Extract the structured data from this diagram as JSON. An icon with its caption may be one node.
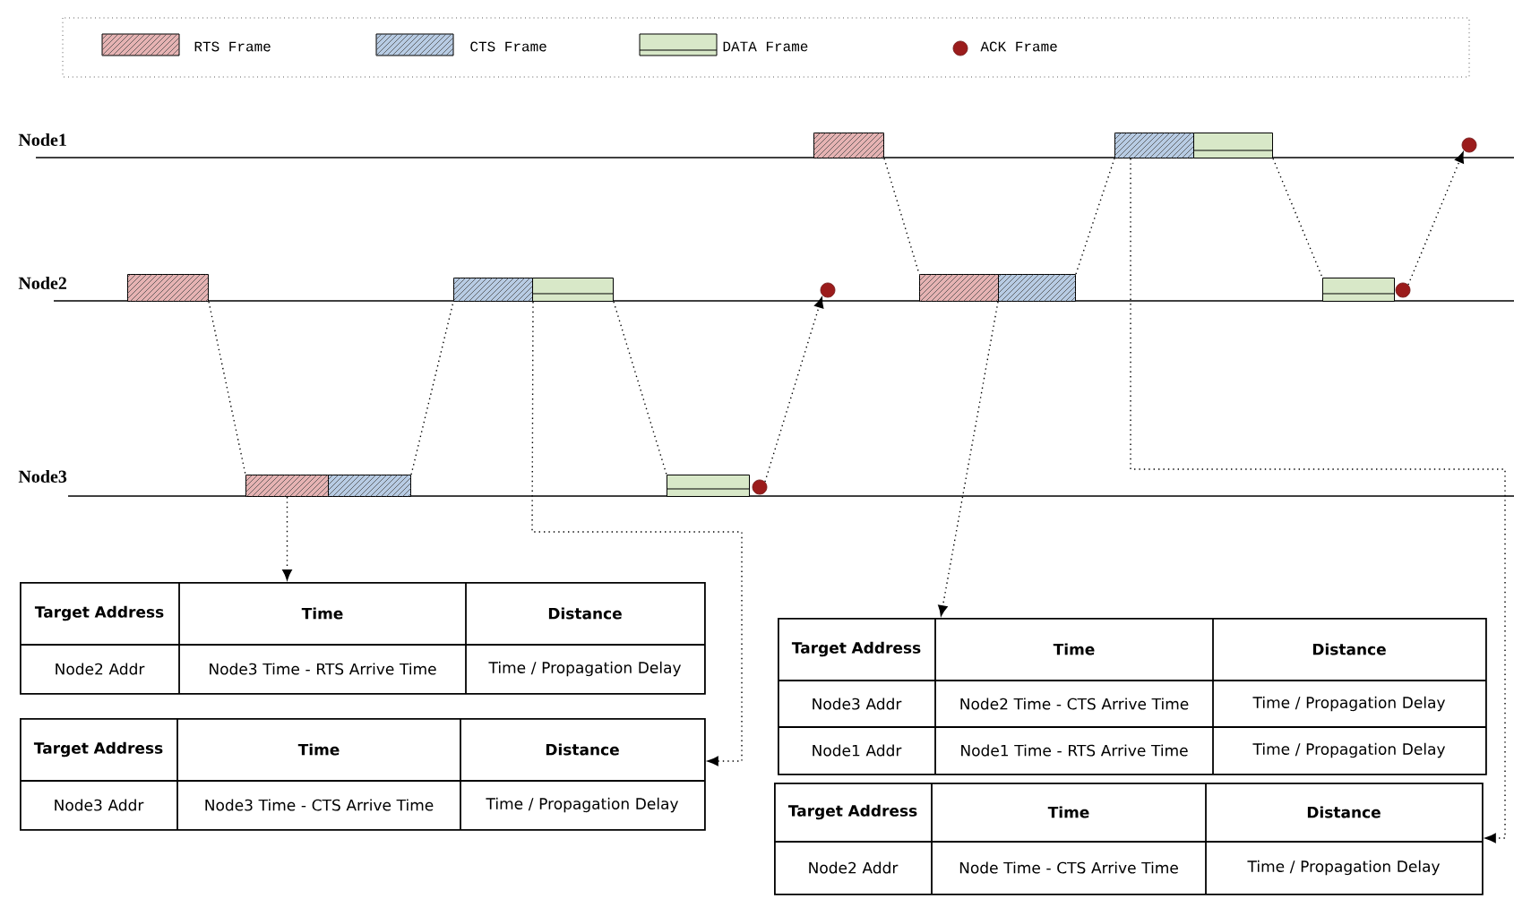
{
  "diagram": {
    "nodes": [
      {
        "text": [],
        "shape": "box"
      },
      {
        "text": [],
        "shape": "box"
      },
      {
        "text": [],
        "shape": "box"
      },
      {
        "text": [],
        "shape": "box"
      },
      {
        "text": [],
        "shape": "box"
      },
      {
        "text": [],
        "shape": "box"
      },
      {
        "text": [],
        "shape": "circle"
      },
      {
        "text": [],
        "shape": "circle"
      },
      {
        "text": [],
        "shape": "box"
      },
      {
        "text": [],
        "shape": "box"
      },
      {
        "text": [],
        "shape": "box"
      },
      {
        "text": [],
        "shape": "box"
      },
      {
        "text": [],
        "shape": "box"
      },
      {
        "text": [],
        "shape": "box"
      },
      {
        "text": [],
        "shape": "circle"
      },
      {
        "text": [],
        "shape": "circle"
      },
      {
        "text": [
          "Target Address",
          "Time",
          "Distance",
          "Node2 Addr",
          "Node3 Time - RTS Arrive Time",
          "Time / Propagation Delay"
        ]
      },
      {
        "text": [
          "Target Address",
          "Time",
          "Distance",
          "Node3 Addr",
          "Node3 Time - CTS Arrive Time",
          "Time / Propagation Delay"
        ]
      },
      {
        "text": [
          "Target Address",
          "Time",
          "Distance",
          "Node3 Addr",
          "Node2 Time - CTS Arrive Time",
          "Time / Propagation Delay",
          "Node1 Addr",
          "Node1 Time - RTS Arrive Time",
          "Time / Propagation Delay"
        ]
      },
      {
        "text": [
          "Target Address",
          "Time",
          "Distance",
          "Node2 Addr",
          "Node Time - CTS Arrive Time",
          "Time / Propagation Delay"
        ]
      }
    ],
    "edges": [
      {
        "from": 0,
        "to": 1,
        "arrow": "none"
      },
      {
        "from": 2,
        "to": 3,
        "arrow": "none"
      },
      {
        "from": 4,
        "to": 5,
        "arrow": "none"
      },
      {
        "from": 6,
        "to": 7,
        "arrow": "to"
      },
      {
        "from": 8,
        "to": 9,
        "arrow": "none"
      },
      {
        "from": 10,
        "to": 11,
        "arrow": "none"
      },
      {
        "from": 12,
        "to": 13,
        "arrow": "none"
      },
      {
        "from": 14,
        "to": 15,
        "arrow": "to"
      },
      {
        "from": 1,
        "to": 16,
        "arrow": "to"
      },
      {
        "from": 3,
        "to": 17,
        "arrow": "to"
      },
      {
        "from": 10,
        "to": 18,
        "arrow": "to"
      },
      {
        "from": 11,
        "to": 19,
        "arrow": "to"
      }
    ],
    "labels": [
      "Node1",
      "Node2",
      "Node3"
    ],
    "legend": [
      {
        "text": "RTS Frame",
        "color": "#e6b3b3"
      },
      {
        "text": "CTS Frame",
        "color": "#b8cce4"
      },
      {
        "text": "DATA Frame",
        "color": "#d8e8c8"
      },
      {
        "text": "ACK Frame",
        "color": "#9b1c1c"
      }
    ]
  }
}
